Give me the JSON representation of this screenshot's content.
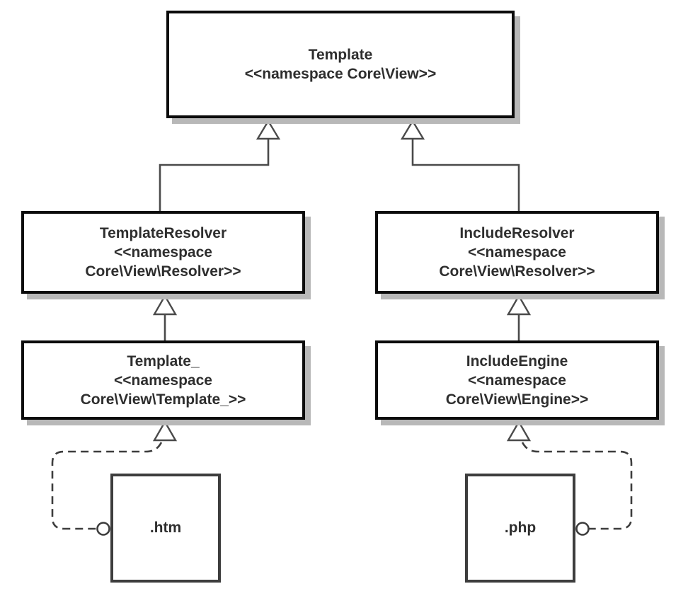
{
  "diagram": {
    "type": "uml-class-diagram",
    "colors": {
      "background": "#ffffff",
      "class_border": "#0b0b0b",
      "shadow": "#b8b8b8",
      "connector_line": "#4a4a4a",
      "dashed_line": "#3d3d3d",
      "file_border": "#3d3d3d",
      "text": "#2e2e2e"
    },
    "nodes": {
      "template": {
        "name": "Template",
        "stereotype": "<<namespace Core\\View>>"
      },
      "templateresolver": {
        "name": "TemplateResolver",
        "stereo1": "<<namespace",
        "stereo2": "Core\\View\\Resolver>>"
      },
      "includeresolver": {
        "name": "IncludeResolver",
        "stereo1": "<<namespace",
        "stereo2": "Core\\View\\Resolver>>"
      },
      "template_": {
        "name": "Template_",
        "stereo1": "<<namespace",
        "stereo2": "Core\\View\\Template_>>"
      },
      "includeengine": {
        "name": "IncludeEngine",
        "stereo1": "<<namespace",
        "stereo2": "Core\\View\\Engine>>"
      },
      "htm": {
        "label": ".htm"
      },
      "php": {
        "label": ".php"
      }
    }
  }
}
